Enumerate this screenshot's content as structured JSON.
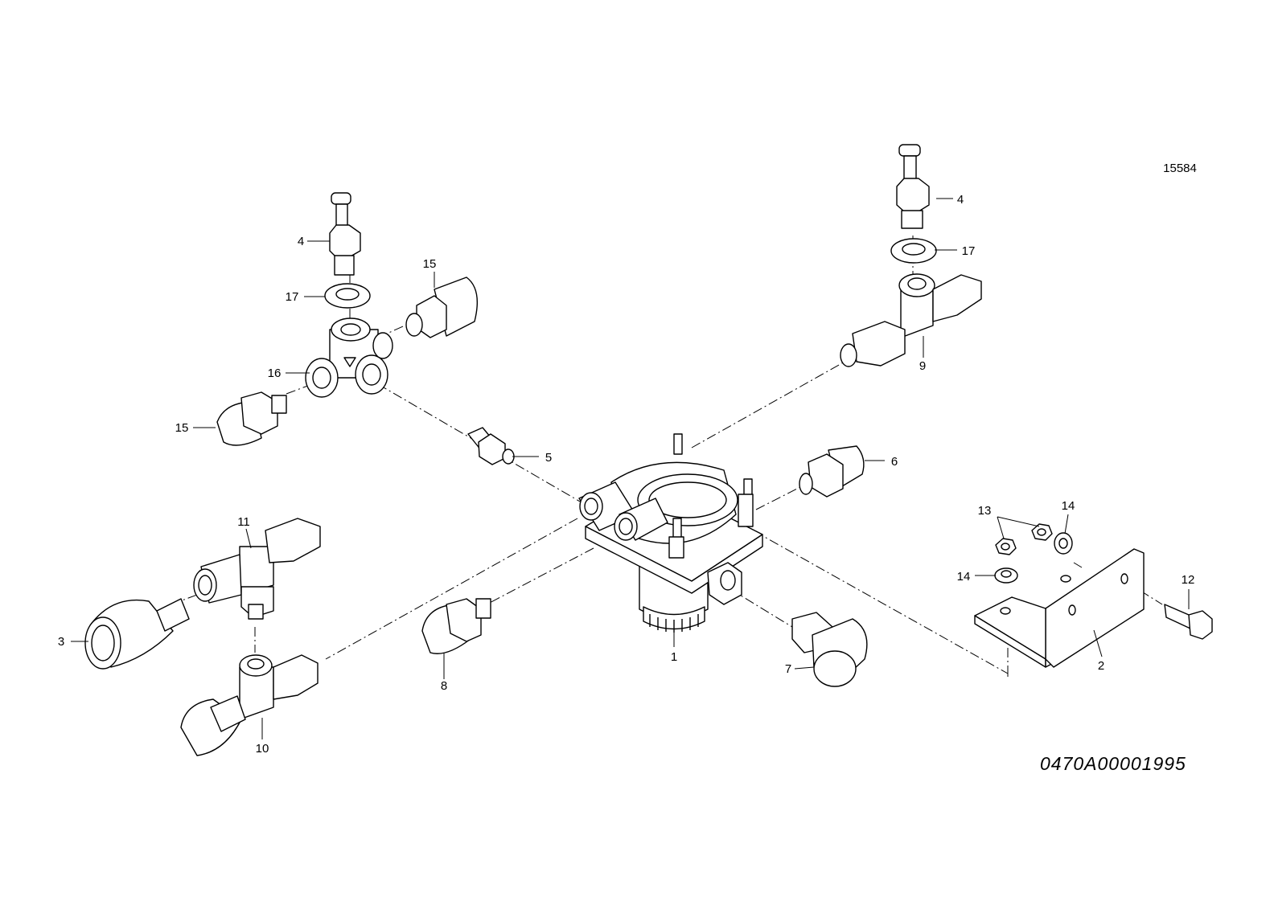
{
  "figure_code": "15584",
  "drawing_number": "0470A00001995",
  "parts": [
    {
      "id": "p1",
      "label": "1"
    },
    {
      "id": "p2",
      "label": "2"
    },
    {
      "id": "p3",
      "label": "3"
    },
    {
      "id": "p4a",
      "label": "4"
    },
    {
      "id": "p4b",
      "label": "4"
    },
    {
      "id": "p5",
      "label": "5"
    },
    {
      "id": "p6",
      "label": "6"
    },
    {
      "id": "p7",
      "label": "7"
    },
    {
      "id": "p8",
      "label": "8"
    },
    {
      "id": "p9",
      "label": "9"
    },
    {
      "id": "p10",
      "label": "10"
    },
    {
      "id": "p11",
      "label": "11"
    },
    {
      "id": "p12",
      "label": "12"
    },
    {
      "id": "p13",
      "label": "13"
    },
    {
      "id": "p14a",
      "label": "14"
    },
    {
      "id": "p14b",
      "label": "14"
    },
    {
      "id": "p15a",
      "label": "15"
    },
    {
      "id": "p15b",
      "label": "15"
    },
    {
      "id": "p16",
      "label": "16"
    },
    {
      "id": "p17a",
      "label": "17"
    },
    {
      "id": "p17b",
      "label": "17"
    }
  ]
}
